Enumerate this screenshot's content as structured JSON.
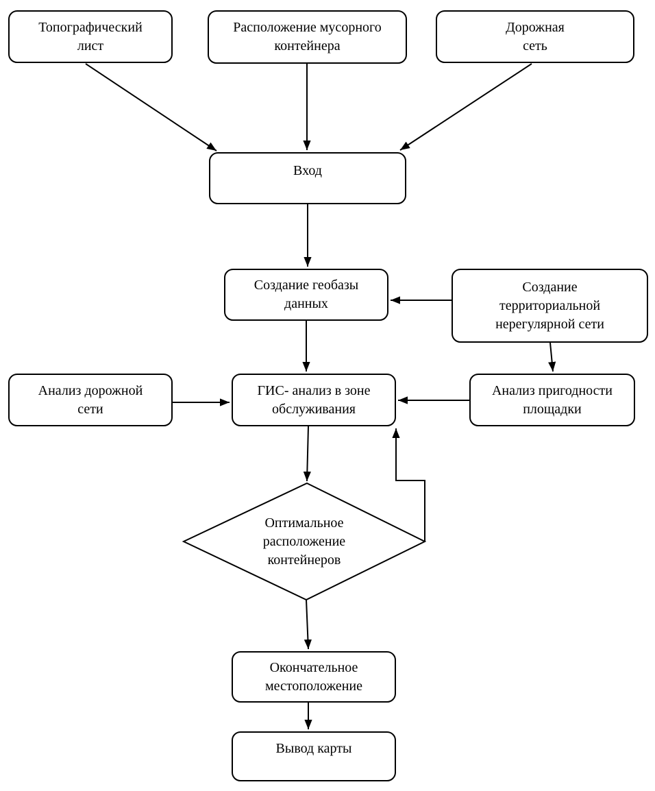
{
  "flowchart": {
    "colors": {
      "background": "#ffffff",
      "stroke": "#000000",
      "text": "#000000"
    },
    "nodes": {
      "topo_sheet": {
        "label": "Топографический\nлист",
        "shape": "rounded-rect"
      },
      "container_location": {
        "label": "Расположение мусорного\nконтейнера",
        "shape": "rounded-rect"
      },
      "road_network": {
        "label": "Дорожная\nсеть",
        "shape": "rounded-rect"
      },
      "input": {
        "label": "Вход",
        "shape": "rounded-rect"
      },
      "geodatabase": {
        "label": "Создание геобазы\nданных",
        "shape": "rounded-rect"
      },
      "tin": {
        "label": "Создание\nтерриториальной\nнерегулярной сети",
        "shape": "rounded-rect"
      },
      "road_analysis": {
        "label": "Анализ дорожной\nсети",
        "shape": "rounded-rect"
      },
      "gis_analysis": {
        "label": "ГИС- анализ в зоне\nобслуживания",
        "shape": "rounded-rect"
      },
      "site_suitability": {
        "label": "Анализ пригодности\nплощадки",
        "shape": "rounded-rect"
      },
      "decision": {
        "label": "Оптимальное\nрасположение\nконтейнеров",
        "shape": "diamond"
      },
      "final_location": {
        "label": "Окончательное\nместоположение",
        "shape": "rounded-rect"
      },
      "map_output": {
        "label": "Вывод карты",
        "shape": "rounded-rect"
      }
    },
    "edges": [
      {
        "from": "topo_sheet",
        "to": "input"
      },
      {
        "from": "container_location",
        "to": "input"
      },
      {
        "from": "road_network",
        "to": "input"
      },
      {
        "from": "input",
        "to": "geodatabase"
      },
      {
        "from": "tin",
        "to": "geodatabase"
      },
      {
        "from": "geodatabase",
        "to": "gis_analysis"
      },
      {
        "from": "road_analysis",
        "to": "gis_analysis"
      },
      {
        "from": "tin",
        "to": "site_suitability"
      },
      {
        "from": "site_suitability",
        "to": "gis_analysis"
      },
      {
        "from": "gis_analysis",
        "to": "decision"
      },
      {
        "from": "decision",
        "to": "gis_analysis",
        "type": "feedback-loop"
      },
      {
        "from": "decision",
        "to": "final_location"
      },
      {
        "from": "final_location",
        "to": "map_output"
      }
    ]
  }
}
